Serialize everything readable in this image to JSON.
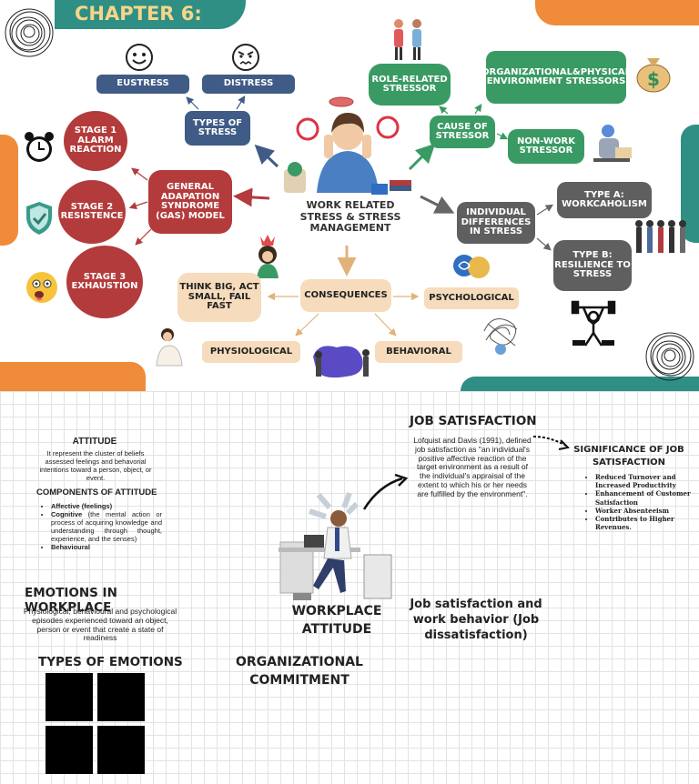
{
  "header": {
    "chapter": "CHAPTER 6:"
  },
  "mindmap": {
    "center": "WORK RELATED STRESS & STRESS MANAGEMENT",
    "types_of_stress": "TYPES OF STRESS",
    "eustress": "EUSTRESS",
    "distress": "DISTRESS",
    "gas_model": "GENERAL ADAPATION SYNDROME (GAS) MODEL",
    "stage1": "STAGE 1 ALARM REACTION",
    "stage2": "STAGE 2 RESISTENCE",
    "stage3": "STAGE 3 EXHAUSTION",
    "cause_of_stressor": "CAUSE OF STRESSOR",
    "role_related": "ROLE-RELATED STRESSOR",
    "org_physical": "ORGANIZATIONAL&PHYSICAL ENVIRONMENT STRESSORS",
    "non_work": "NON-WORK STRESSOR",
    "individual_diff": "INDIVIDUAL DIFFERENCES IN STRESS",
    "type_a": "TYPE A: WORKCAHOLISM",
    "type_b": "TYPE B: RESILIENCE TO STRESS",
    "consequences": "CONSEQUENCES",
    "think_big": "THINK BIG, ACT SMALL, FAIL FAST",
    "psychological": "PSYCHOLOGICAL",
    "physiological": "PHYSIOLOGICAL",
    "behavioral": "BEHAVIORAL"
  },
  "attitude": {
    "title": "ATTITUDE",
    "definition": "It represent the cluster of beliefs assessed feelings and behavorial intentions toward a person, object, or event.",
    "components_title": "COMPONENTS OF ATTITUDE",
    "components": [
      {
        "name": "Affective (feelings)",
        "desc": ""
      },
      {
        "name": "Cognitive",
        "desc": " (the mental action or process of acquiring knowledge and understanding through thought, experience, and the senses)"
      },
      {
        "name": "Behavioural",
        "desc": ""
      }
    ]
  },
  "emotions": {
    "title": "EMOTIONS IN WORKPLACE",
    "definition": "Physiological, behavioural and psychological episodes experienced toward an object, person or event that create a state of readiness",
    "types_title": "TYPES OF EMOTIONS"
  },
  "workplace_attitude": "WORKPLACE ATTITUDE",
  "organizational_commitment": "ORGANIZATIONAL COMMITMENT",
  "job_satisfaction": {
    "title": "JOB SATISFACTION",
    "definition": "Lofquist and Davis (1991), defined job satisfaction as \"an individual's positive affective reaction of the target environment as a result of the individual's appraisal of the extent to which his or her needs are fulfilled by the environment\".",
    "significance_title": "SIGNIFICANCE OF JOB SATISFACTION",
    "significance": [
      "Reduced Turnover and Increased Productivity",
      "Enhancement of Customer Satisfaction",
      "Worker Absenteeism",
      "Contributes to Higher Revenues."
    ],
    "behavior": "Job satisfaction and work behavior (Job dissatisfaction)"
  },
  "colors": {
    "teal": "#2f8f85",
    "orange": "#f08b3a",
    "chapter_text": "#f6d68a",
    "navy": "#3f5b86",
    "green": "#3a9a63",
    "red": "#b33b3b",
    "gray": "#5f5f5f",
    "beige": "#f6dcbc"
  },
  "icons": [
    "smiley-icon",
    "angry-face-icon",
    "alarm-clock-icon",
    "shield-check-icon",
    "dizzy-face-icon",
    "money-bag-icon",
    "weightlifter-icon",
    "scribble-icon"
  ]
}
